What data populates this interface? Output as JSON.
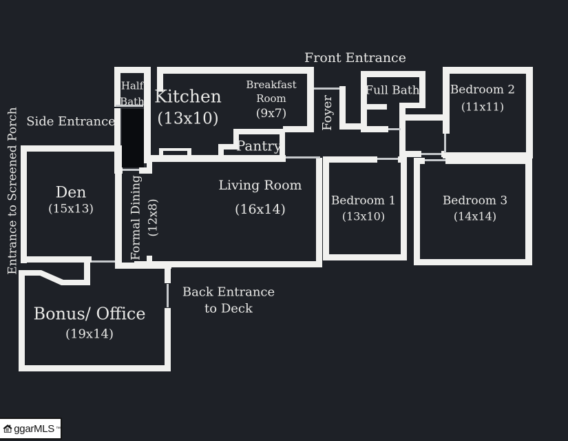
{
  "colors": {
    "background": "#1e2127",
    "wall": "#f1f1ef",
    "text": "#e9e9e7",
    "door_line": "#c7cacd",
    "dark_area": "#0a0c0f",
    "logo_background": "#ffffff",
    "logo_text": "#111111"
  },
  "labels": {
    "front_entrance": "Front Entrance",
    "side_entrance": "Side Entrance",
    "screened_porch": "Entrance to Screened Porch",
    "back_entrance_line1": "Back Entrance",
    "back_entrance_line2": "to Deck"
  },
  "rooms": {
    "half_bath": {
      "name": "Half Bath"
    },
    "kitchen": {
      "name": "Kitchen",
      "dims": "(13x10)"
    },
    "breakfast": {
      "name": "Breakfast Room",
      "dims": "(9x7)"
    },
    "pantry": {
      "name": "Pantry"
    },
    "foyer": {
      "name": "Foyer"
    },
    "full_bath": {
      "name": "Full Bath"
    },
    "bedroom_2": {
      "name": "Bedroom 2",
      "dims": "(11x11)"
    },
    "den": {
      "name": "Den",
      "dims": "(15x13)"
    },
    "formal_dining": {
      "name": "Formal Dining",
      "dims": "(12x8)"
    },
    "living_room": {
      "name": "Living Room",
      "dims": "(16x14)"
    },
    "bedroom_1": {
      "name": "Bedroom 1",
      "dims": "(13x10)"
    },
    "bedroom_3": {
      "name": "Bedroom 3",
      "dims": "(14x14)"
    },
    "bonus_office": {
      "name": "Bonus/ Office",
      "dims": "(19x14)"
    }
  },
  "logo": {
    "text": "ggarMLS",
    "trademark": "™"
  }
}
